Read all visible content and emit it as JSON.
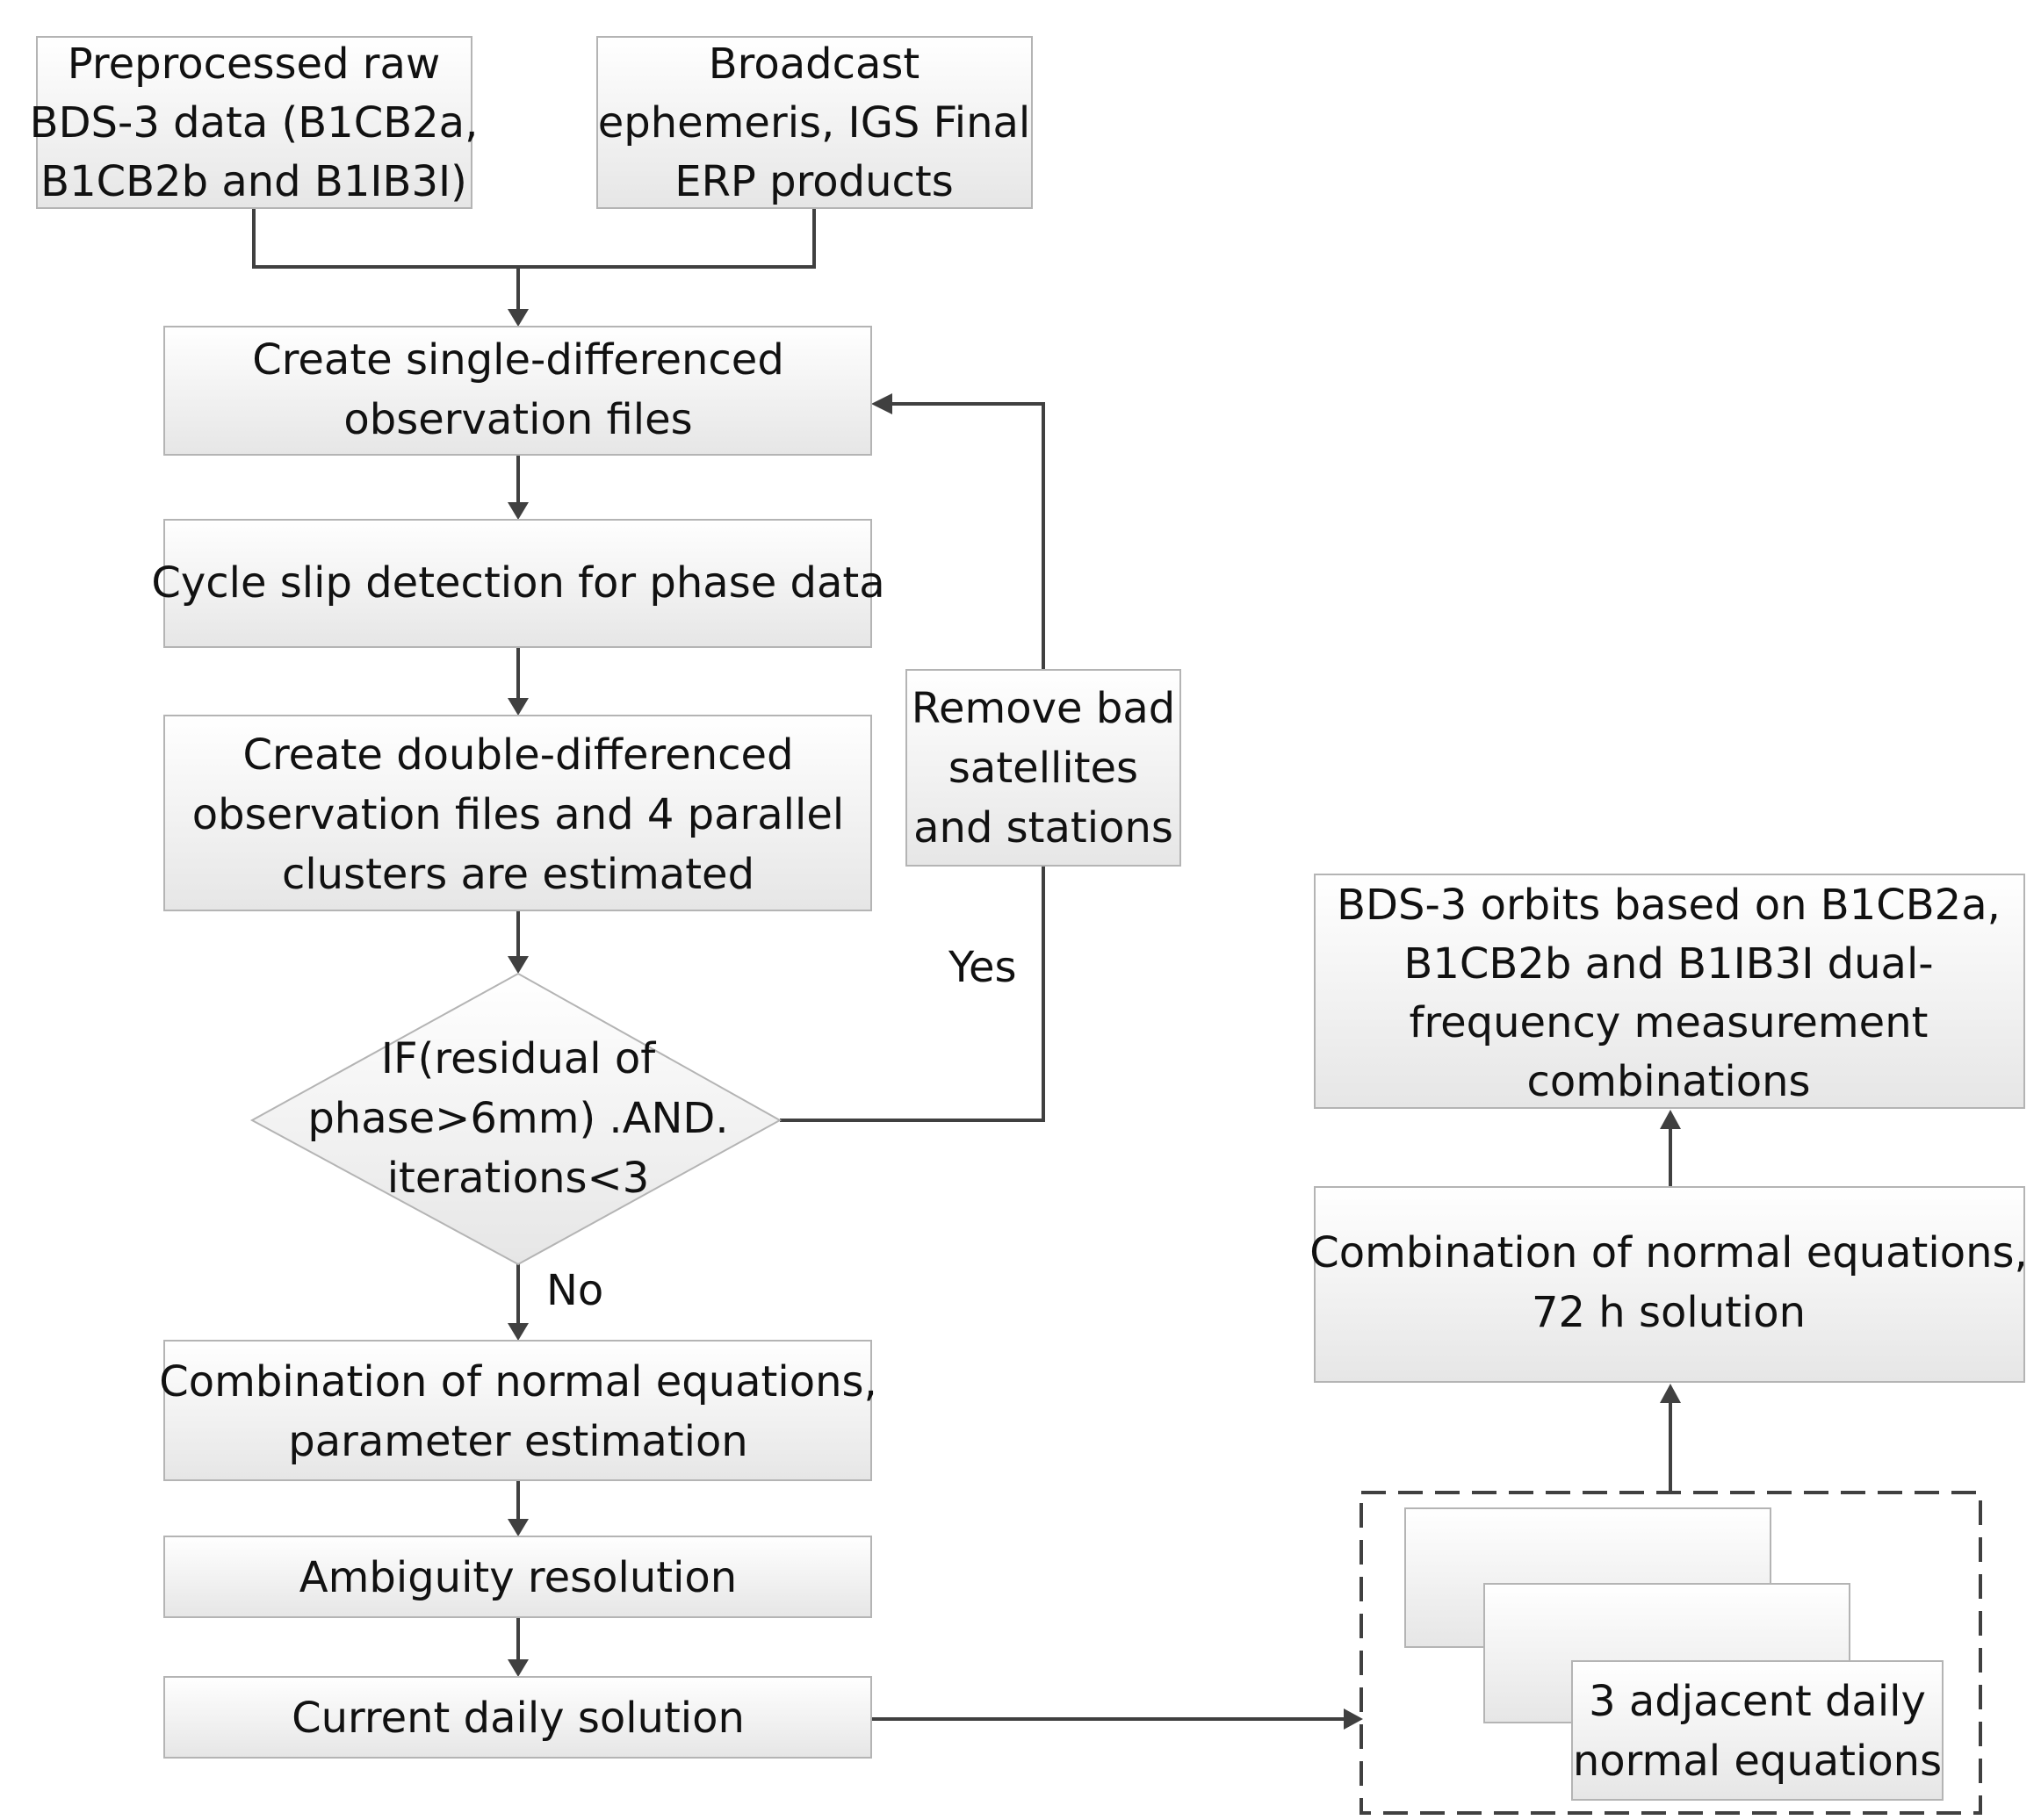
{
  "nodes": {
    "raw_data": [
      "Preprocessed raw",
      "BDS-3 data (B1CB2a,",
      "B1CB2b and B1IB3I)"
    ],
    "ephemeris": [
      "Broadcast",
      "ephemeris, IGS Final",
      "ERP products"
    ],
    "single_diff": [
      "Create single-differenced",
      "observation files"
    ],
    "cycle_slip": [
      "Cycle slip detection for phase data"
    ],
    "double_diff": [
      "Create double-differenced",
      "observation files and  4 parallel",
      "clusters are estimated"
    ],
    "decision": [
      "IF(residual of",
      "phase>6mm) .AND.",
      "iterations<3"
    ],
    "remove_bad": [
      "Remove bad",
      "satellites",
      "and stations"
    ],
    "combination_param": [
      "Combination of normal equations,",
      "parameter estimation"
    ],
    "ambiguity": [
      "Ambiguity resolution"
    ],
    "daily_solution": [
      "Current daily solution"
    ],
    "adjacent_daily": [
      "3 adjacent daily",
      "normal equations"
    ],
    "combination_72h": [
      "Combination of normal equations,",
      "72 h solution"
    ],
    "orbits": [
      "BDS-3 orbits based on B1CB2a,",
      "B1CB2b and B1IB3I dual-",
      "frequency measurement",
      "combinations"
    ]
  },
  "labels": {
    "yes": "Yes",
    "no": "No"
  }
}
